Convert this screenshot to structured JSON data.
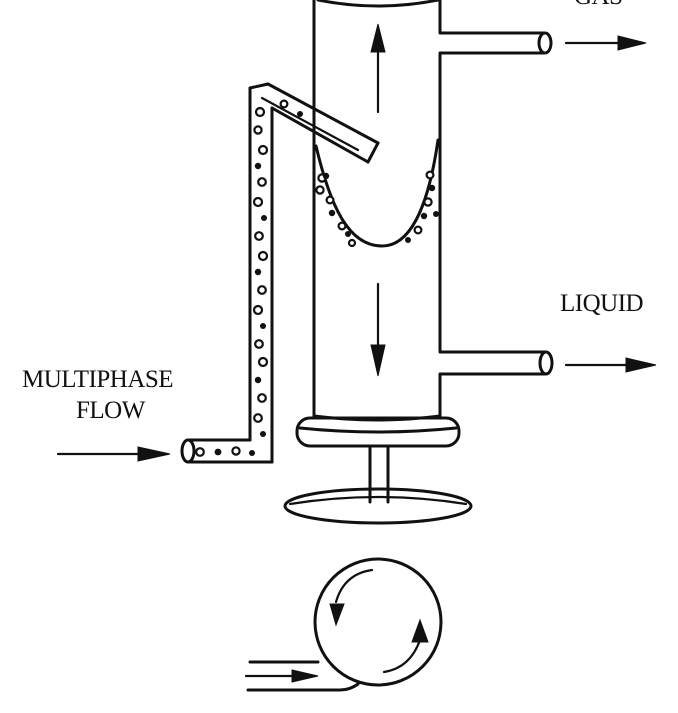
{
  "labels": {
    "gas": "GAS",
    "liquid": "LIQUID",
    "multiphase_line1": "MULTIPHASE",
    "multiphase_line2": "FLOW"
  }
}
